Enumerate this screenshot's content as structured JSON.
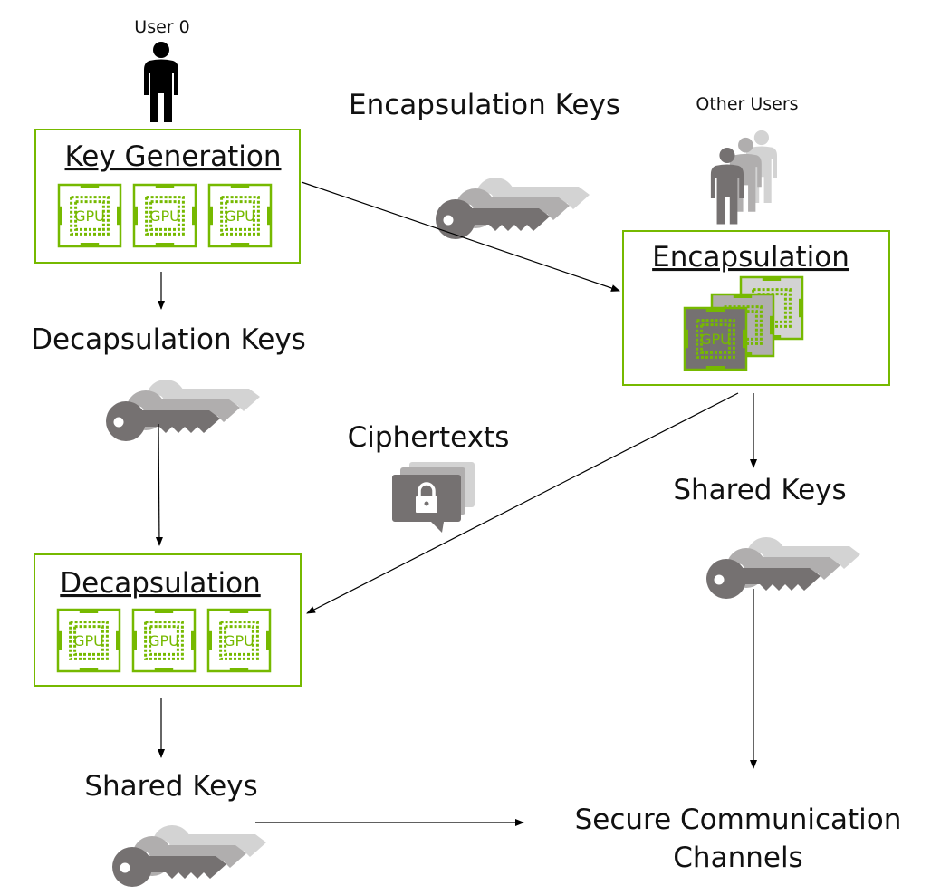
{
  "colors": {
    "accent_green": "#76b900",
    "key_dark": "#757171",
    "key_mid": "#b0aeae",
    "key_light": "#d3d3d3",
    "arrow": "#000000"
  },
  "actors": {
    "user0": "User 0",
    "others": "Other Users"
  },
  "boxes": {
    "key_generation": {
      "title": "Key Generation",
      "gpu_count": 3
    },
    "encapsulation": {
      "title": "Encapsulation",
      "gpu_count": 3
    },
    "decapsulation": {
      "title": "Decapsulation",
      "gpu_count": 3
    }
  },
  "gpu_label": "GPU",
  "artifacts": {
    "encapsulation_keys": "Encapsulation Keys",
    "decapsulation_keys": "Decapsulation Keys",
    "ciphertexts": "Ciphertexts",
    "shared_keys_encap": "Shared Keys",
    "shared_keys_decap": "Shared Keys",
    "secure_channels_line1": "Secure Communication",
    "secure_channels_line2": "Channels"
  },
  "icons": {
    "key": "key-stack-icon",
    "person": "person-icon",
    "message": "locked-message-icon",
    "gpu": "gpu-chip-icon"
  }
}
